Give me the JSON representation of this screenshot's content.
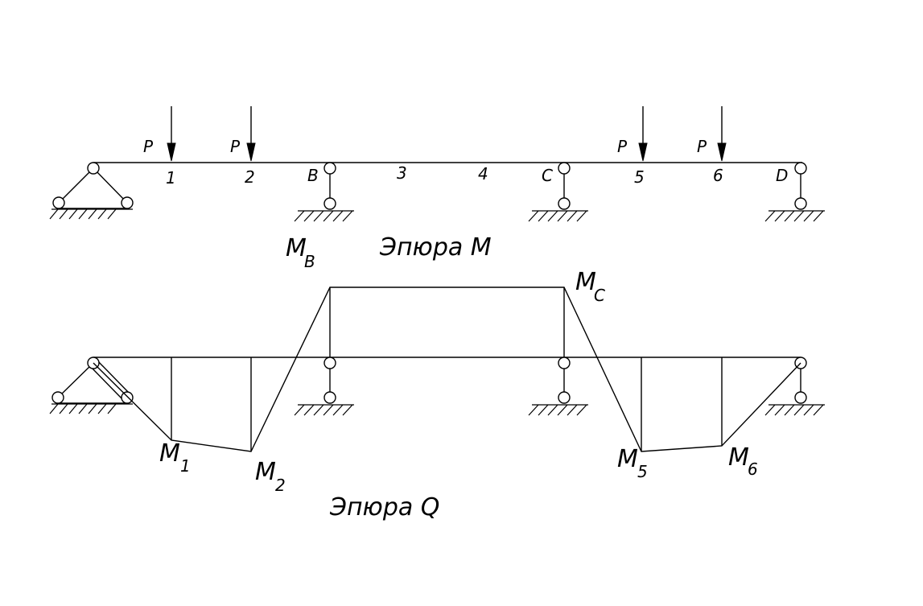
{
  "labels": {
    "load": "P",
    "point_1": "1",
    "point_2": "2",
    "point_3": "3",
    "point_4": "4",
    "point_5": "5",
    "point_6": "6",
    "support_b": "B",
    "support_c": "C",
    "support_d": "D",
    "diagram_m_title": "Эпюра М",
    "diagram_q_title": "Эпюра Q",
    "m_letter": "M",
    "sub_b": "B",
    "sub_c": "C",
    "sub_1": "1",
    "sub_2": "2",
    "sub_5": "5",
    "sub_6": "6"
  }
}
